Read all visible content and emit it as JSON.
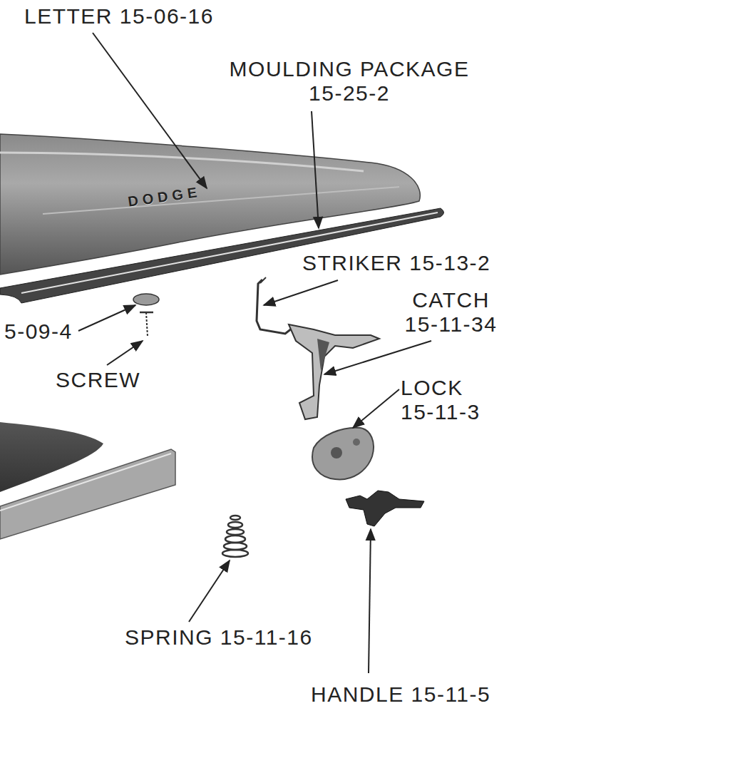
{
  "diagram": {
    "labels": [
      "LETTER 15-06-16",
      "MOULDING PACKAGE 15-25-2",
      "DODGE",
      "STRIKER 15-13-2",
      "CATCH 15-11-34",
      "5-09-4",
      "SCREW",
      "LOCK 15-11-3",
      "SPRING 15-11-16",
      "HANDLE 15-11-5"
    ]
  }
}
